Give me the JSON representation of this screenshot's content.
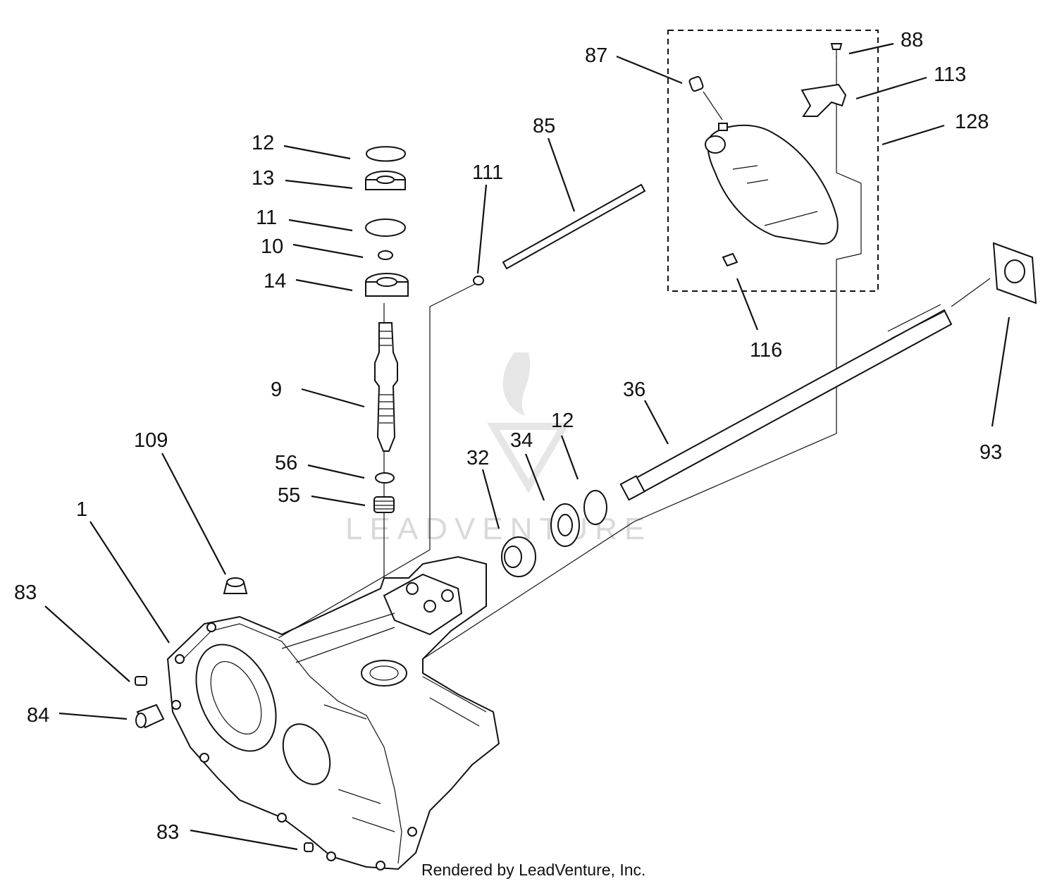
{
  "labels": {
    "l87": "87",
    "l88": "88",
    "l113": "113",
    "l128": "128",
    "l85": "85",
    "l111": "111",
    "l12a": "12",
    "l13": "13",
    "l11": "11",
    "l10": "10",
    "l14": "14",
    "l9": "9",
    "l116": "116",
    "l36": "36",
    "l12b": "12",
    "l34": "34",
    "l32": "32",
    "l93": "93",
    "l56": "56",
    "l55": "55",
    "l109": "109",
    "l1": "1",
    "l83a": "83",
    "l84": "84",
    "l83b": "83"
  },
  "watermark": "LEADVENTURE",
  "credit": "Rendered by LeadVenture, Inc."
}
